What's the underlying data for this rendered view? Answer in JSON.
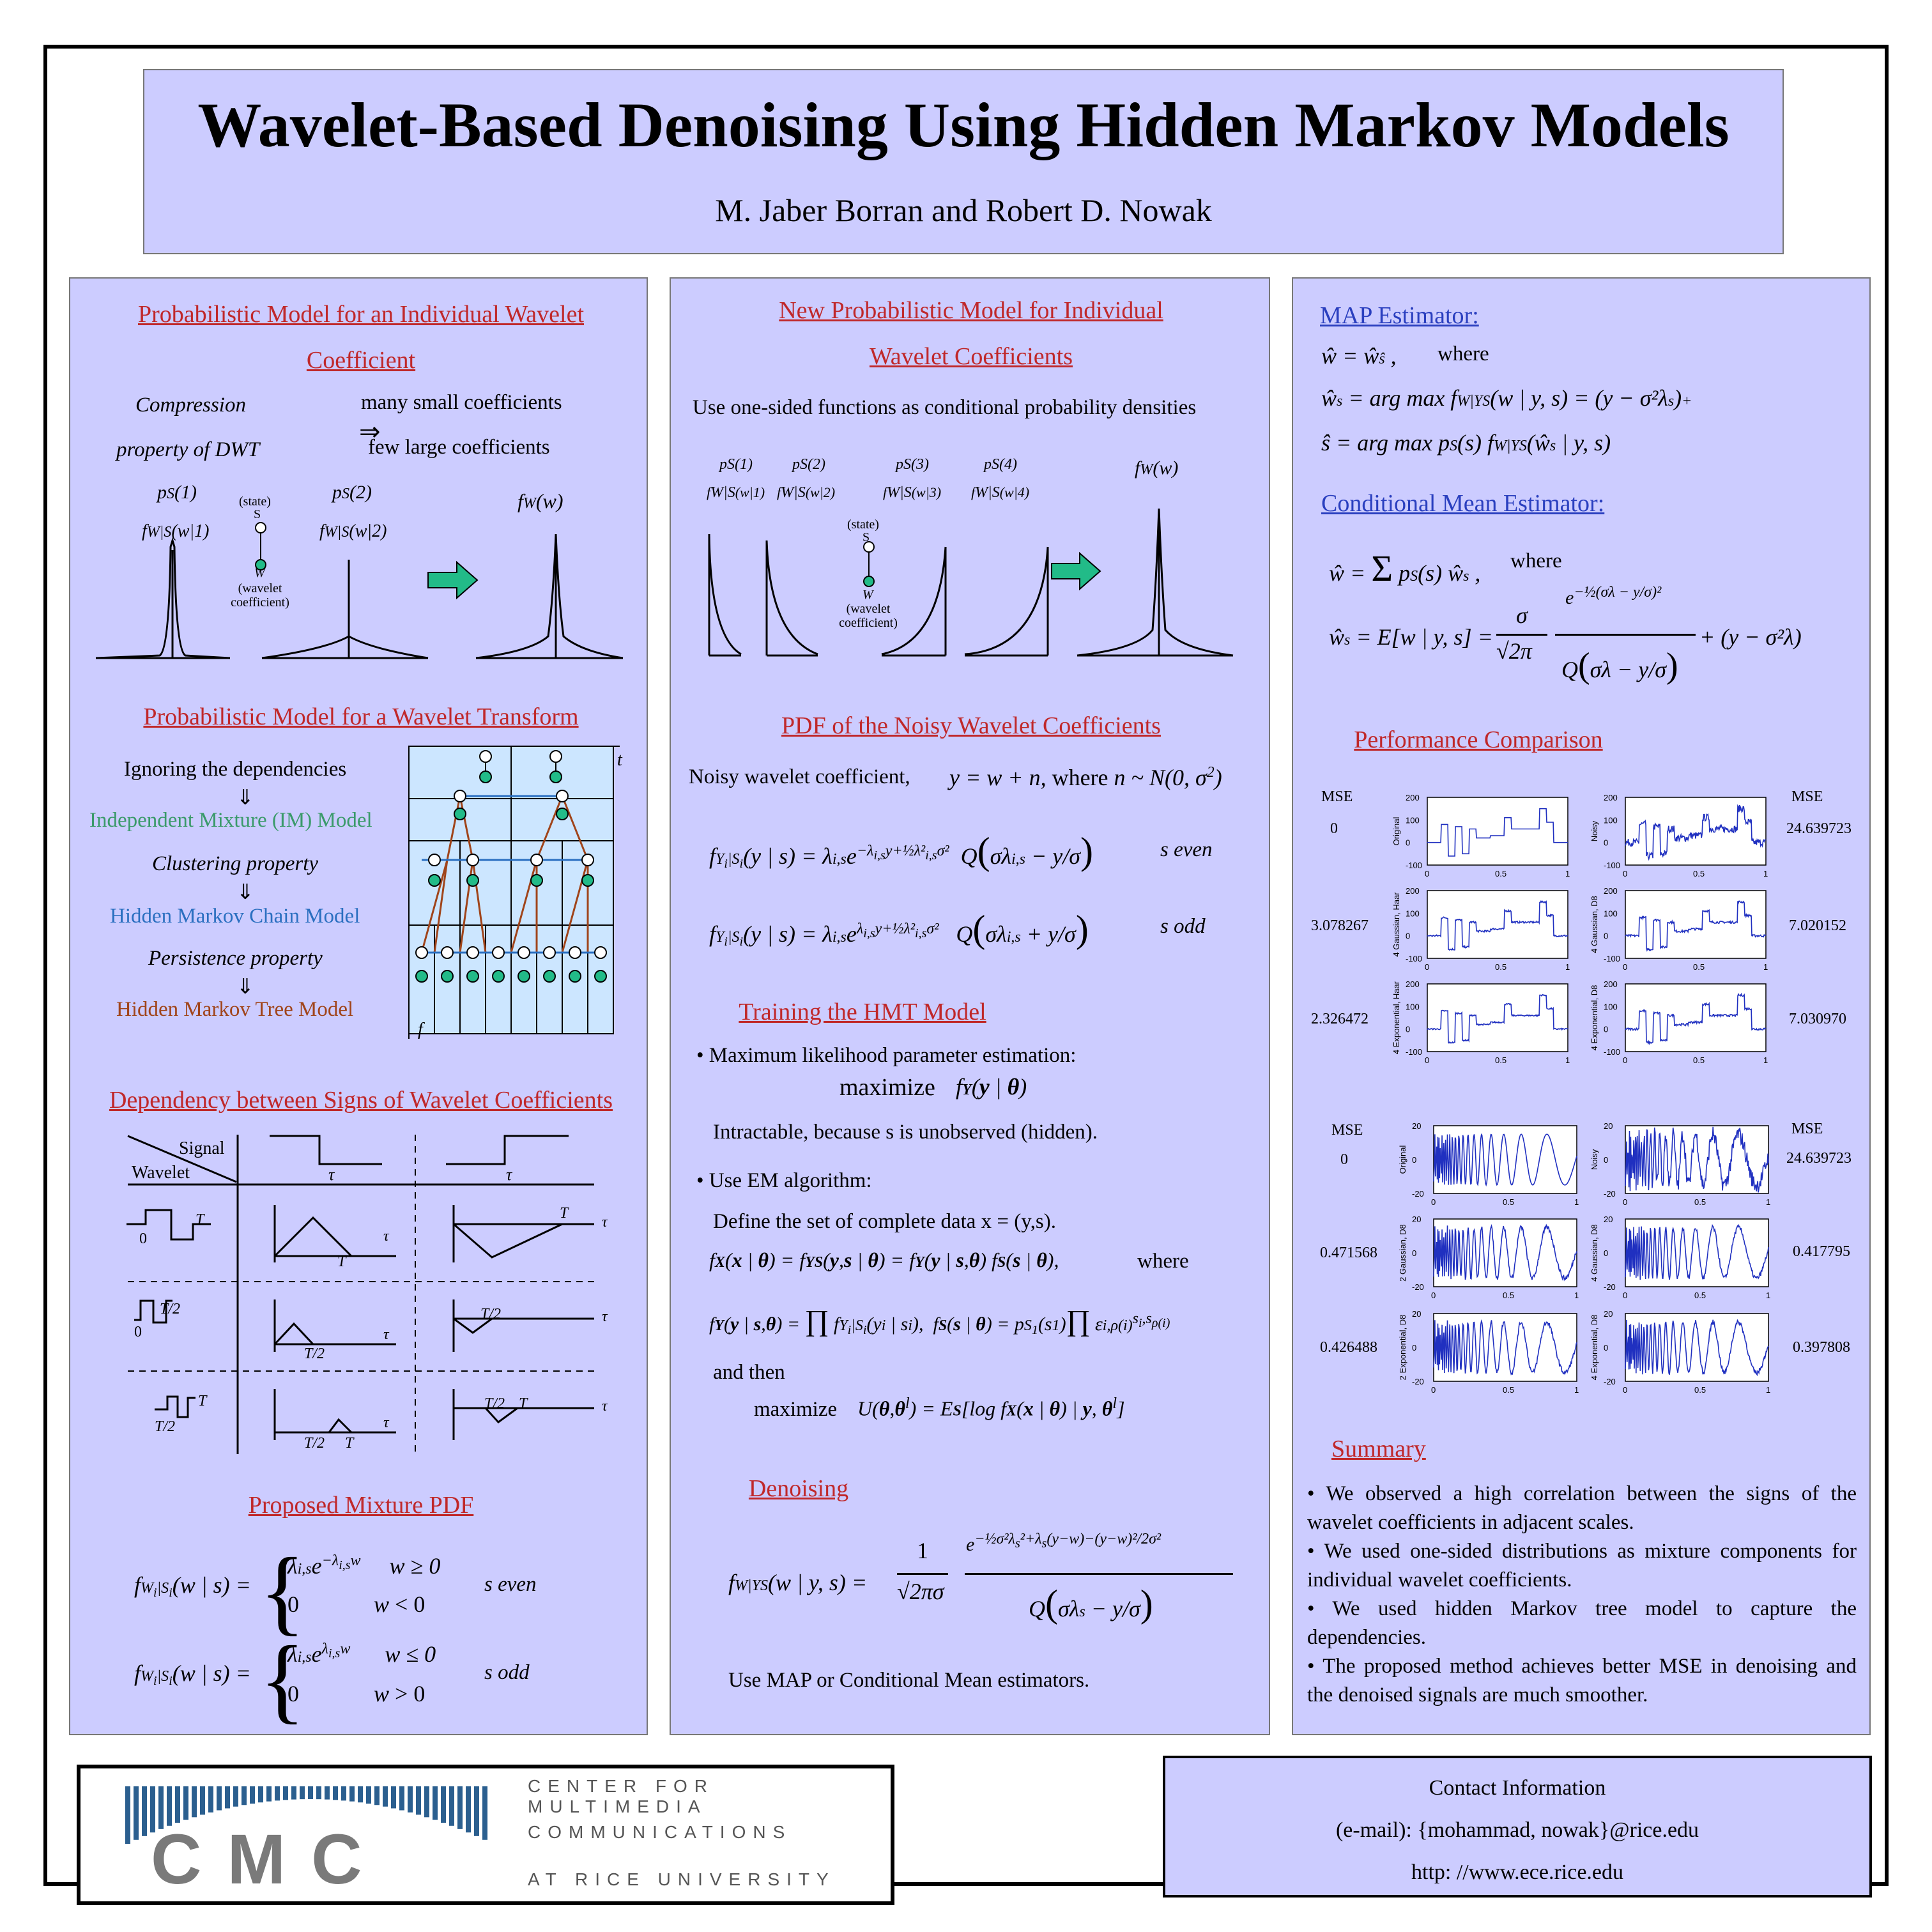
{
  "header": {
    "title": "Wavelet-Based Denoising Using Hidden Markov Models",
    "authors": "M. Jaber Borran and Robert D. Nowak"
  },
  "col1": {
    "s1_title": "Probabilistic Model for an Individual Wavelet Coefficient",
    "compression": "Compression",
    "property_dwt": "property of DWT",
    "many_small": "many small coefficients",
    "few_large": "few large coefficients",
    "state": "(state)",
    "S": "S",
    "W": "W",
    "wavelet_coef": "(wavelet coefficient)",
    "s2_title": "Probabilistic Model for a Wavelet Transform",
    "ignoring": "Ignoring the dependencies",
    "im_model": "Independent Mixture (IM) Model",
    "clustering": "Clustering property",
    "hmc_model": "Hidden Markov Chain Model",
    "persistence": "Persistence property",
    "hmt_model": "Hidden Markov Tree Model",
    "t_label": "t",
    "f_label": "f",
    "arrow_down": "⇓",
    "s3_title": "Dependency between Signs of Wavelet Coefficients",
    "signal": "Signal",
    "wavelet": "Wavelet",
    "tau": "τ",
    "T": "T",
    "T2": "T/2",
    "zero": "0",
    "s4_title": "Proposed Mixture PDF",
    "s_even": "s even",
    "s_odd": "s odd"
  },
  "col2": {
    "s1_title": "New Probabilistic Model for Individual Wavelet Coefficients",
    "one_sided": "Use one-sided functions as conditional probability densities",
    "s2_title": "PDF of the Noisy Wavelet Coefficients",
    "noisy_text": "Noisy wavelet coefficient,",
    "s3_title": "Training the HMT Model",
    "ml": "• Maximum likelihood parameter estimation:",
    "maximize": "maximize",
    "intractable": "Intractable, because s is unobserved (hidden).",
    "em": "• Use EM algorithm:",
    "define": "Define the set of complete data x = (y,s).",
    "where": "where",
    "and_then": "and then",
    "s4_title": "Denoising",
    "use_map": "Use MAP or Conditional Mean estimators."
  },
  "col3": {
    "map_title": "MAP Estimator:",
    "where": "where",
    "cme_title": "Conditional Mean Estimator:",
    "perf_title": "Performance Comparison",
    "mse_label": "MSE",
    "block_mse_left": [
      "0",
      "3.078267",
      "2.326472"
    ],
    "block_mse_right": [
      "24.639723",
      "7.020152",
      "7.030970"
    ],
    "block_ylabels_left": [
      "Original",
      "4 Gaussian, Haar",
      "4 Exponential, Haar"
    ],
    "block_ylabels_right": [
      "Noisy",
      "4 Gaussian, D8",
      "4 Exponential, D8"
    ],
    "chirp_mse_left": [
      "0",
      "0.471568",
      "0.426488"
    ],
    "chirp_mse_right": [
      "24.639723",
      "0.417795",
      "0.397808"
    ],
    "chirp_ylabels_left": [
      "Original",
      "2 Gaussian, D8",
      "2 Exponential, D8"
    ],
    "chirp_ylabels_right": [
      "Noisy",
      "4 Gaussian, D8",
      "4 Exponential, D8"
    ],
    "summary_title": "Summary",
    "summary": [
      "• We observed a high correlation between the signs of the wavelet coefficients in adjacent scales.",
      "• We used one-sided distributions as mixture components for individual wavelet coefficients.",
      "• We used hidden Markov tree model to capture the dependencies.",
      "• The proposed method achieves better MSE in denoising and the denoised signals are much smoother."
    ]
  },
  "footer": {
    "logo_line1": "CENTER FOR MULTIMEDIA",
    "logo_line2": "COMMUNICATIONS",
    "logo_line3": "AT RICE UNIVERSITY",
    "logo_text": "CMC",
    "contact_title": "Contact Information",
    "email": "(e-mail): {mohammad, nowak}@rice.edu",
    "http": "http: //www.ece.rice.edu"
  },
  "colors": {
    "panel": "#ccccff",
    "section_red": "#c0282a",
    "section_blue": "#2a3fbf",
    "im_green": "#3a9a6a",
    "hmc_blue": "#2a6fc0",
    "hmt_brown": "#a0441a",
    "arrow_green": "#22bb88",
    "plot_blue": "#2030c0"
  }
}
